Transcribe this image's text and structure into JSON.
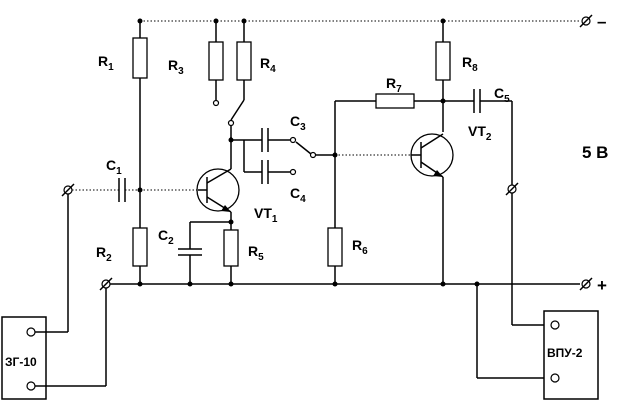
{
  "diagram": {
    "mode_label": "5 B",
    "rails": {
      "negative": "–",
      "positive": "+"
    },
    "generator": {
      "label": "ЗГ-10"
    },
    "meter": {
      "label": "ВПУ-2"
    },
    "resistors": [
      {
        "letter": "R",
        "index": "1"
      },
      {
        "letter": "R",
        "index": "2"
      },
      {
        "letter": "R",
        "index": "3"
      },
      {
        "letter": "R",
        "index": "4"
      },
      {
        "letter": "R",
        "index": "5"
      },
      {
        "letter": "R",
        "index": "6"
      },
      {
        "letter": "R",
        "index": "7"
      },
      {
        "letter": "R",
        "index": "8"
      }
    ],
    "capacitors": [
      {
        "letter": "C",
        "index": "1"
      },
      {
        "letter": "C",
        "index": "2"
      },
      {
        "letter": "C",
        "index": "3"
      },
      {
        "letter": "C",
        "index": "4"
      },
      {
        "letter": "C",
        "index": "5"
      }
    ],
    "transistors": [
      {
        "letter": "VT",
        "index": "1"
      },
      {
        "letter": "VT",
        "index": "2"
      }
    ]
  }
}
